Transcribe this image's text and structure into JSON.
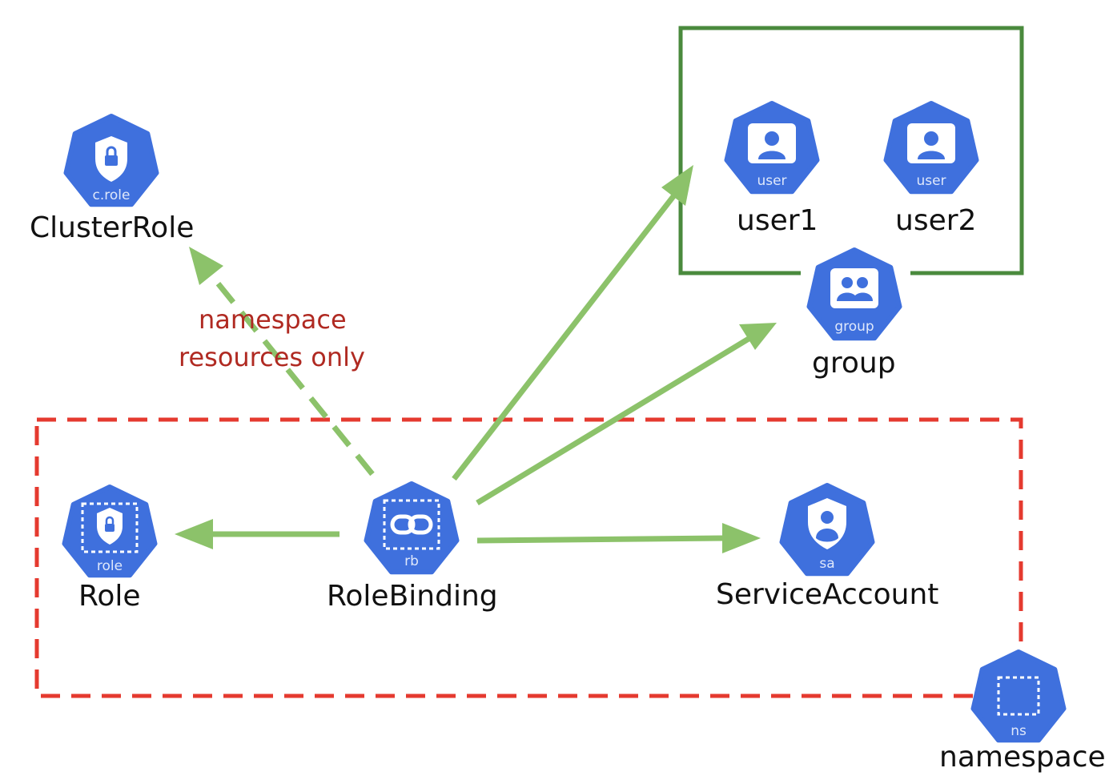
{
  "colors": {
    "node": "#3f70dd",
    "node_dark": "#3563c9",
    "arrow": "#8cc26a",
    "group_border": "#4a8a3d",
    "namespace_border": "#e53a2f",
    "note_text": "#b02a22"
  },
  "nodes": {
    "clusterrole": {
      "icon": "lock-icon",
      "tag": "c.role",
      "label": "ClusterRole"
    },
    "user1": {
      "icon": "person-icon",
      "tag": "user",
      "label": "user1"
    },
    "user2": {
      "icon": "person-icon",
      "tag": "user",
      "label": "user2"
    },
    "group": {
      "icon": "people-icon",
      "tag": "group",
      "label": "group"
    },
    "role": {
      "icon": "lock-icon",
      "tag": "role",
      "label": "Role"
    },
    "rolebinding": {
      "icon": "link-icon",
      "tag": "rb",
      "label": "RoleBinding"
    },
    "serviceaccount": {
      "icon": "shield-person-icon",
      "tag": "sa",
      "label": "ServiceAccount"
    },
    "namespace": {
      "icon": "dashed-square-icon",
      "tag": "ns",
      "label": "namespace"
    }
  },
  "annotations": {
    "clusterrole_note_line1": "namespace",
    "clusterrole_note_line2": "resources only"
  }
}
